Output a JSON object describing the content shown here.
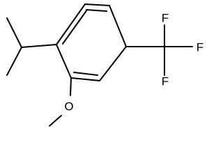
{
  "diagram": {
    "type": "skeletal-structure",
    "atom_labels": {
      "f1": "F",
      "f2": "F",
      "f3": "F",
      "o": "O"
    },
    "colors": {
      "bond": "#000000",
      "label": "#000000",
      "background": "#ffffff"
    }
  }
}
